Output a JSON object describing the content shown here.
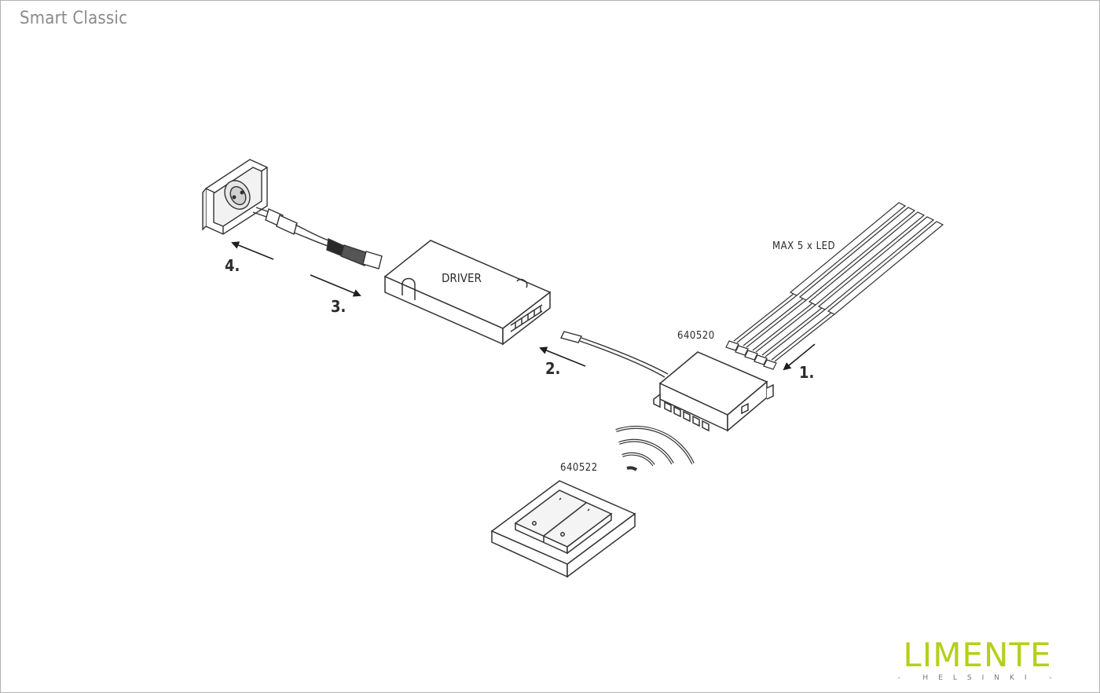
{
  "page": {
    "title": "Smart Classic"
  },
  "diagram": {
    "labels": {
      "driver": "DRIVER",
      "receiver_code": "640520",
      "switch_code": "640522",
      "max_led": "MAX 5 x LED"
    },
    "steps": [
      "1.",
      "2.",
      "3.",
      "4."
    ]
  },
  "brand": {
    "name": "LIMENTE",
    "subtitle": "- HELSINKI -",
    "color": "#b5cf1a"
  }
}
